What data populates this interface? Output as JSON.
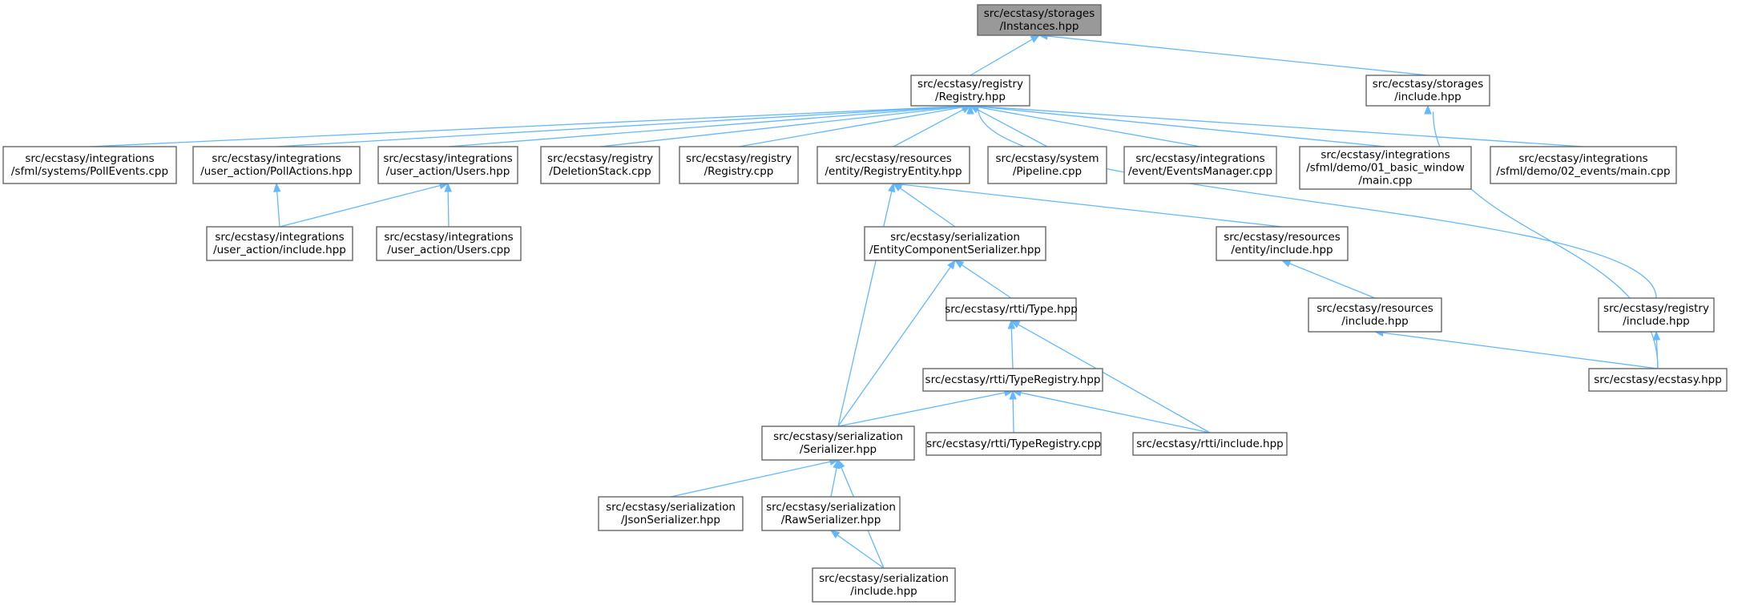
{
  "colors": {
    "edge": "#63b8ff",
    "node_border": "#666666",
    "root_fill": "#999999",
    "node_fill": "#ffffff"
  },
  "nodes": [
    {
      "id": "instances",
      "lines": [
        "src/ecstasy/storages",
        "/Instances.hpp"
      ],
      "root": true
    },
    {
      "id": "registry_hpp",
      "lines": [
        "src/ecstasy/registry",
        "/Registry.hpp"
      ]
    },
    {
      "id": "storages_include",
      "lines": [
        "src/ecstasy/storages",
        "/include.hpp"
      ]
    },
    {
      "id": "pollevents",
      "lines": [
        "src/ecstasy/integrations",
        "/sfml/systems/PollEvents.cpp"
      ]
    },
    {
      "id": "pollactions",
      "lines": [
        "src/ecstasy/integrations",
        "/user_action/PollActions.hpp"
      ]
    },
    {
      "id": "users_hpp",
      "lines": [
        "src/ecstasy/integrations",
        "/user_action/Users.hpp"
      ]
    },
    {
      "id": "deletionstack",
      "lines": [
        "src/ecstasy/registry",
        "/DeletionStack.cpp"
      ]
    },
    {
      "id": "registry_cpp",
      "lines": [
        "src/ecstasy/registry",
        "/Registry.cpp"
      ]
    },
    {
      "id": "registryentity",
      "lines": [
        "src/ecstasy/resources",
        "/entity/RegistryEntity.hpp"
      ]
    },
    {
      "id": "pipeline",
      "lines": [
        "src/ecstasy/system",
        "/Pipeline.cpp"
      ]
    },
    {
      "id": "eventsmanager",
      "lines": [
        "src/ecstasy/integrations",
        "/event/EventsManager.cpp"
      ]
    },
    {
      "id": "demo01",
      "lines": [
        "src/ecstasy/integrations",
        "/sfml/demo/01_basic_window",
        "/main.cpp"
      ]
    },
    {
      "id": "demo02",
      "lines": [
        "src/ecstasy/integrations",
        "/sfml/demo/02_events/main.cpp"
      ]
    },
    {
      "id": "ua_include",
      "lines": [
        "src/ecstasy/integrations",
        "/user_action/include.hpp"
      ]
    },
    {
      "id": "users_cpp",
      "lines": [
        "src/ecstasy/integrations",
        "/user_action/Users.cpp"
      ]
    },
    {
      "id": "ecs_serializer",
      "lines": [
        "src/ecstasy/serialization",
        "/EntityComponentSerializer.hpp"
      ]
    },
    {
      "id": "entity_include",
      "lines": [
        "src/ecstasy/resources",
        "/entity/include.hpp"
      ]
    },
    {
      "id": "type_hpp",
      "lines": [
        "src/ecstasy/rtti/Type.hpp"
      ]
    },
    {
      "id": "resources_include",
      "lines": [
        "src/ecstasy/resources",
        "/include.hpp"
      ]
    },
    {
      "id": "registry_include",
      "lines": [
        "src/ecstasy/registry",
        "/include.hpp"
      ]
    },
    {
      "id": "typeregistry_hpp",
      "lines": [
        "src/ecstasy/rtti/TypeRegistry.hpp"
      ]
    },
    {
      "id": "ecstasy_hpp",
      "lines": [
        "src/ecstasy/ecstasy.hpp"
      ]
    },
    {
      "id": "serializer_hpp",
      "lines": [
        "src/ecstasy/serialization",
        "/Serializer.hpp"
      ]
    },
    {
      "id": "typeregistry_cpp",
      "lines": [
        "src/ecstasy/rtti/TypeRegistry.cpp"
      ]
    },
    {
      "id": "rtti_include",
      "lines": [
        "src/ecstasy/rtti/include.hpp"
      ]
    },
    {
      "id": "jsonserializer",
      "lines": [
        "src/ecstasy/serialization",
        "/JsonSerializer.hpp"
      ]
    },
    {
      "id": "rawserializer",
      "lines": [
        "src/ecstasy/serialization",
        "/RawSerializer.hpp"
      ]
    },
    {
      "id": "serialization_include",
      "lines": [
        "src/ecstasy/serialization",
        "/include.hpp"
      ]
    }
  ],
  "edges": [
    {
      "from": "registry_hpp",
      "to": "instances"
    },
    {
      "from": "storages_include",
      "to": "instances"
    },
    {
      "from": "pollevents",
      "to": "registry_hpp"
    },
    {
      "from": "pollactions",
      "to": "registry_hpp"
    },
    {
      "from": "users_hpp",
      "to": "registry_hpp"
    },
    {
      "from": "deletionstack",
      "to": "registry_hpp"
    },
    {
      "from": "registry_cpp",
      "to": "registry_hpp"
    },
    {
      "from": "registryentity",
      "to": "registry_hpp"
    },
    {
      "from": "pipeline",
      "to": "registry_hpp"
    },
    {
      "from": "eventsmanager",
      "to": "registry_hpp"
    },
    {
      "from": "demo01",
      "to": "registry_hpp"
    },
    {
      "from": "demo02",
      "to": "registry_hpp"
    },
    {
      "from": "registry_include",
      "to": "registry_hpp"
    },
    {
      "from": "ecstasy_hpp",
      "to": "storages_include"
    },
    {
      "from": "ua_include",
      "to": "pollactions"
    },
    {
      "from": "ua_include",
      "to": "users_hpp"
    },
    {
      "from": "users_cpp",
      "to": "users_hpp"
    },
    {
      "from": "ecs_serializer",
      "to": "registryentity"
    },
    {
      "from": "entity_include",
      "to": "registryentity"
    },
    {
      "from": "serializer_hpp",
      "to": "registryentity"
    },
    {
      "from": "type_hpp",
      "to": "ecs_serializer"
    },
    {
      "from": "serializer_hpp",
      "to": "ecs_serializer"
    },
    {
      "from": "resources_include",
      "to": "entity_include"
    },
    {
      "from": "ecstasy_hpp",
      "to": "resources_include"
    },
    {
      "from": "ecstasy_hpp",
      "to": "registry_include"
    },
    {
      "from": "typeregistry_hpp",
      "to": "type_hpp"
    },
    {
      "from": "rtti_include",
      "to": "type_hpp"
    },
    {
      "from": "serializer_hpp",
      "to": "typeregistry_hpp"
    },
    {
      "from": "typeregistry_cpp",
      "to": "typeregistry_hpp"
    },
    {
      "from": "rtti_include",
      "to": "typeregistry_hpp"
    },
    {
      "from": "jsonserializer",
      "to": "serializer_hpp"
    },
    {
      "from": "rawserializer",
      "to": "serializer_hpp"
    },
    {
      "from": "serialization_include",
      "to": "serializer_hpp"
    },
    {
      "from": "serialization_include",
      "to": "rawserializer"
    }
  ]
}
